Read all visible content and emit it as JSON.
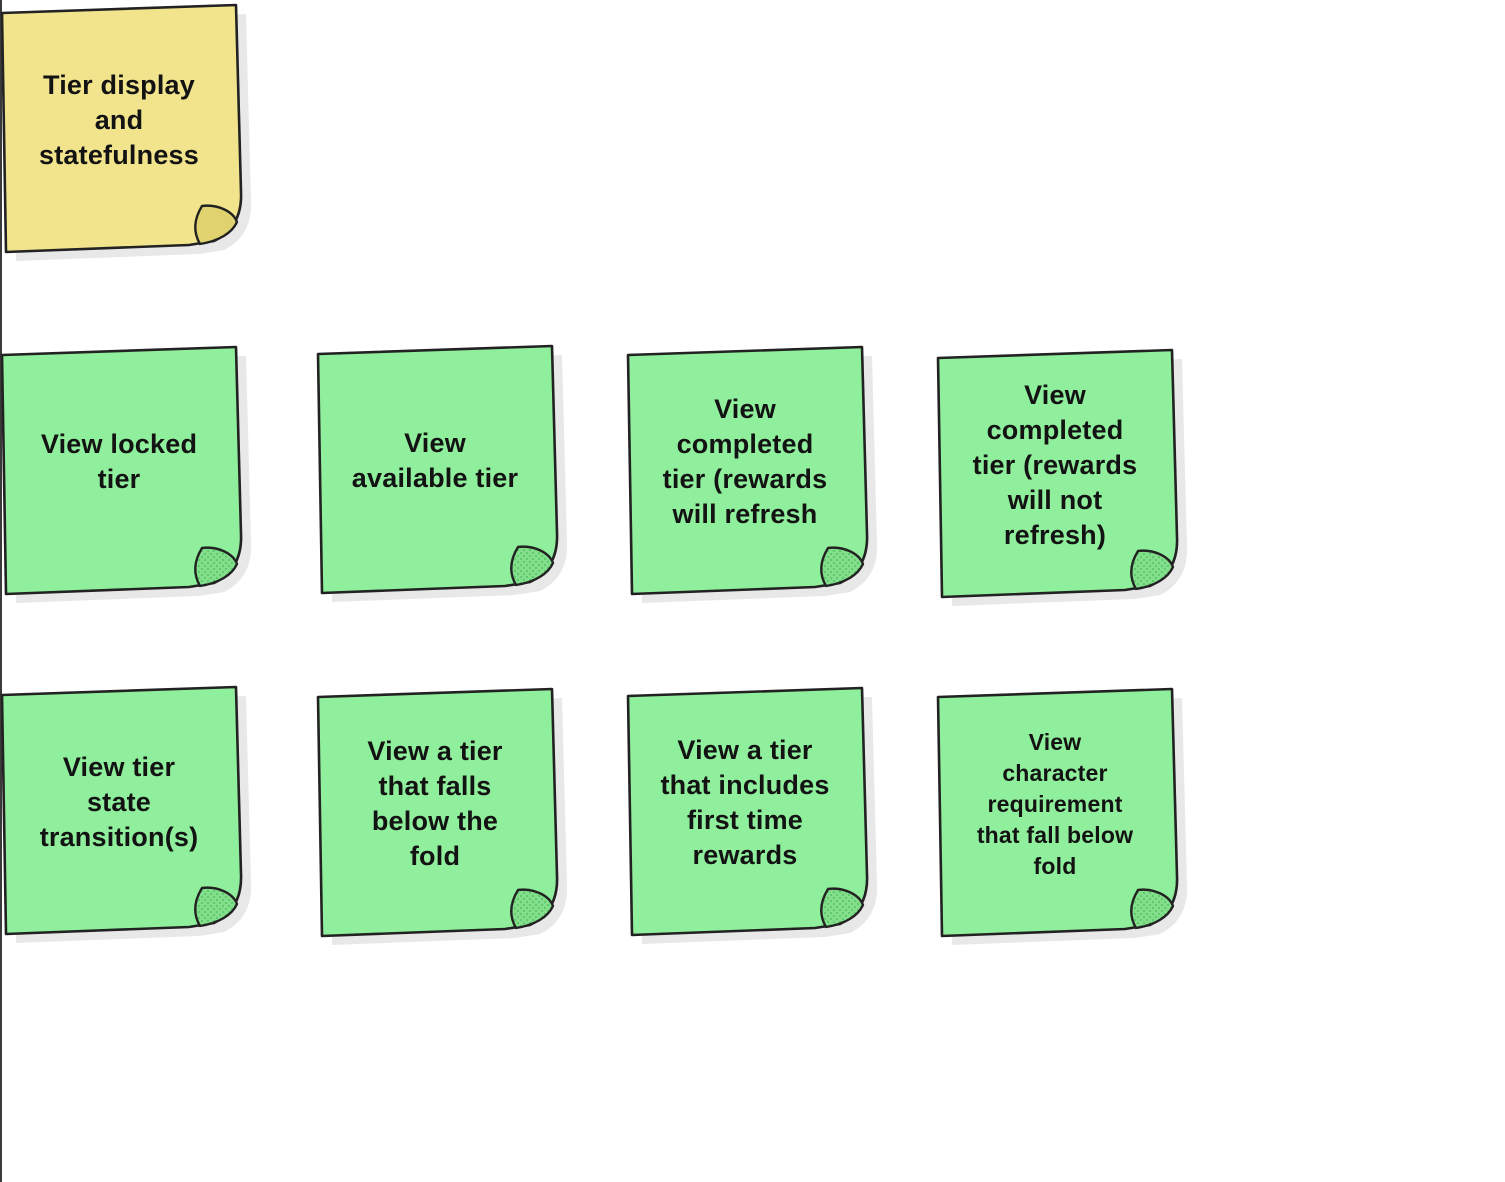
{
  "canvas": {
    "background_color": "#ffffff",
    "left_edge_line_color": "#3a3a3a"
  },
  "colors": {
    "yellow_fill": "#F1E48C",
    "yellow_fold": "#DFD26F",
    "green_fill": "#90EF9C",
    "green_fold": "#84DF8D",
    "green_fold_dot": "#5CC96A",
    "outline": "#222222",
    "shadow": "#E8E8E8",
    "text": "#131313"
  },
  "notes": [
    {
      "id": "tier-display-statefulness",
      "color": "yellow",
      "text": "Tier display\nand\nstatefulness"
    },
    {
      "id": "view-locked-tier",
      "color": "green",
      "text": "View locked\ntier"
    },
    {
      "id": "view-available-tier",
      "color": "green",
      "text": "View\navailable tier"
    },
    {
      "id": "view-completed-tier-rewards-will-refresh",
      "color": "green",
      "text": "View\ncompleted\ntier (rewards\nwill refresh"
    },
    {
      "id": "view-completed-tier-rewards-will-not-refresh",
      "color": "green",
      "text": "View\ncompleted\ntier (rewards\nwill not\nrefresh)"
    },
    {
      "id": "view-tier-state-transitions",
      "color": "green",
      "text": "View tier\nstate\ntransition(s)"
    },
    {
      "id": "view-tier-falls-below-fold",
      "color": "green",
      "text": "View a tier\nthat falls\nbelow the\nfold"
    },
    {
      "id": "view-tier-first-time-rewards",
      "color": "green",
      "text": "View a tier\nthat includes\nfirst time\nrewards"
    },
    {
      "id": "view-character-requirement-below-fold",
      "color": "green",
      "text": "View\ncharacter\nrequirement\nthat fall below\nfold"
    }
  ]
}
